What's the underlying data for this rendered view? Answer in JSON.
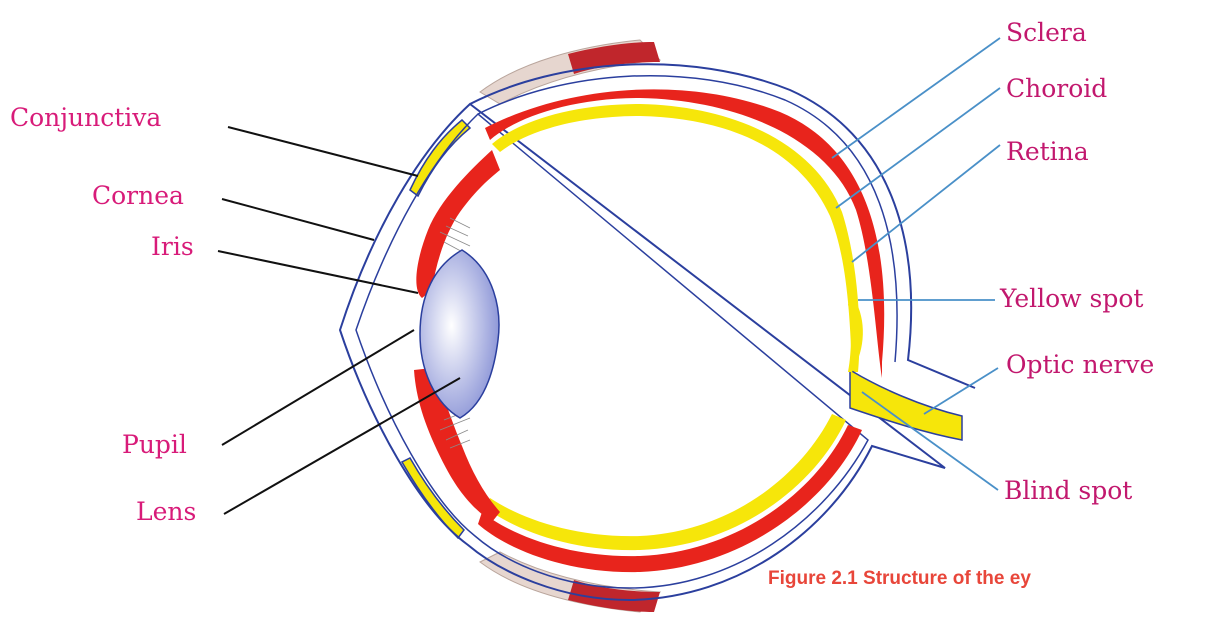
{
  "colors": {
    "left_label": "#d81b79",
    "right_label": "#c2186e",
    "caption": "#e8463a",
    "left_leader": "#111111",
    "right_leader": "#4a90c8",
    "sclera_outline": "#2b3f9e",
    "choroid": "#e8241c",
    "retina": "#f6e60a",
    "muscle": "#c0262c",
    "lens": "#c7cdef"
  },
  "labels_left": [
    {
      "name": "conjunctiva",
      "text": "Conjunctiva"
    },
    {
      "name": "cornea",
      "text": "Cornea"
    },
    {
      "name": "iris",
      "text": "Iris"
    },
    {
      "name": "pupil",
      "text": "Pupil"
    },
    {
      "name": "lens",
      "text": "Lens"
    }
  ],
  "labels_right": [
    {
      "name": "sclera",
      "text": "Sclera"
    },
    {
      "name": "choroid",
      "text": "Choroid"
    },
    {
      "name": "retina",
      "text": "Retina"
    },
    {
      "name": "yellow-spot",
      "text": "Yellow spot"
    },
    {
      "name": "optic-nerve",
      "text": "Optic nerve"
    },
    {
      "name": "blind-spot",
      "text": "Blind spot"
    }
  ],
  "caption": "Figure 2.1 Structure of the ey"
}
